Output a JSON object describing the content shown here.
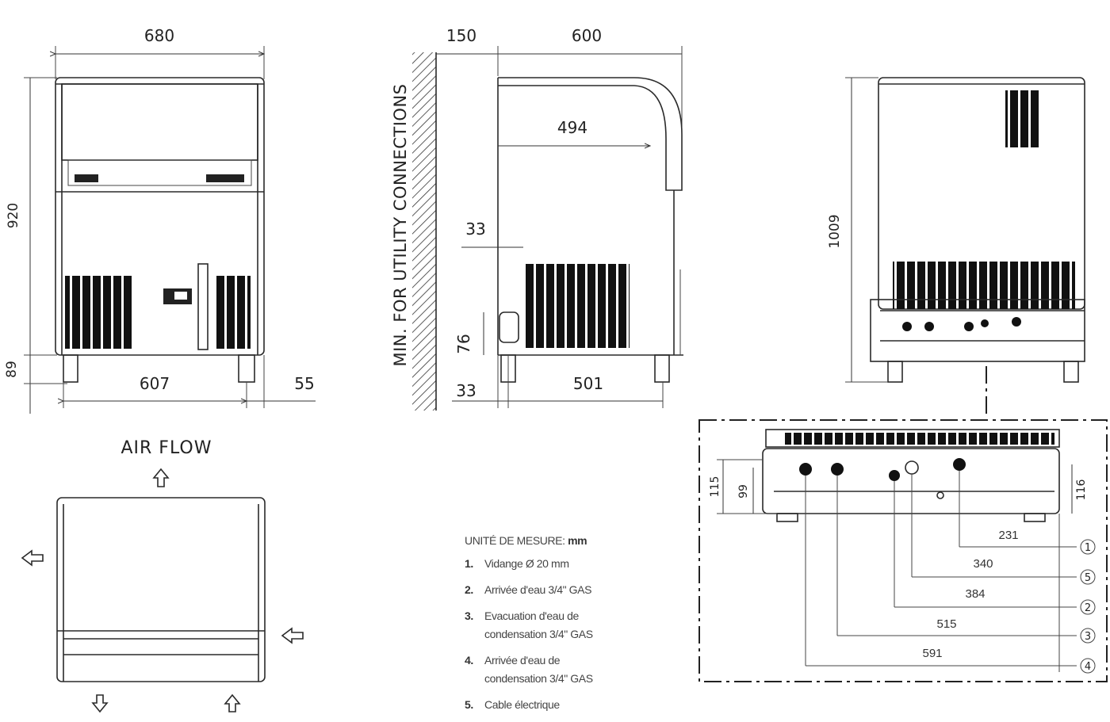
{
  "dimensions": {
    "front_width": "680",
    "front_height": "920",
    "front_leg_height": "89",
    "front_leg_spacing": "607",
    "front_side_clearance": "55",
    "side_clearance": "150",
    "side_depth": "600",
    "side_top_inner": "494",
    "side_offset_33_top": "33",
    "side_drain_height": "76",
    "side_offset_33_bottom": "33",
    "side_leg_spacing": "501",
    "rear_height": "1009",
    "detail_115": "115",
    "detail_99": "99",
    "detail_116": "116",
    "detail_231": "231",
    "detail_340": "340",
    "detail_384": "384",
    "detail_515": "515",
    "detail_591": "591"
  },
  "labels": {
    "utility_connections": "MIN. FOR UTILITY CONNECTIONS",
    "air_flow": "AIR FLOW"
  },
  "callouts": [
    "1",
    "5",
    "2",
    "3",
    "4"
  ],
  "legend": {
    "unit_prefix": "UNITÉ DE MESURE:",
    "unit_value": "mm",
    "items": [
      {
        "num": "1.",
        "text": "Vidange Ø 20 mm"
      },
      {
        "num": "2.",
        "text": "Arrivée d'eau 3/4\" GAS"
      },
      {
        "num": "3.",
        "text": "Evacuation d'eau de\ncondensation 3/4\" GAS"
      },
      {
        "num": "4.",
        "text": "Arrivée d'eau de\ncondensation 3/4\" GAS"
      },
      {
        "num": "5.",
        "text": "Cable électrique"
      }
    ]
  }
}
